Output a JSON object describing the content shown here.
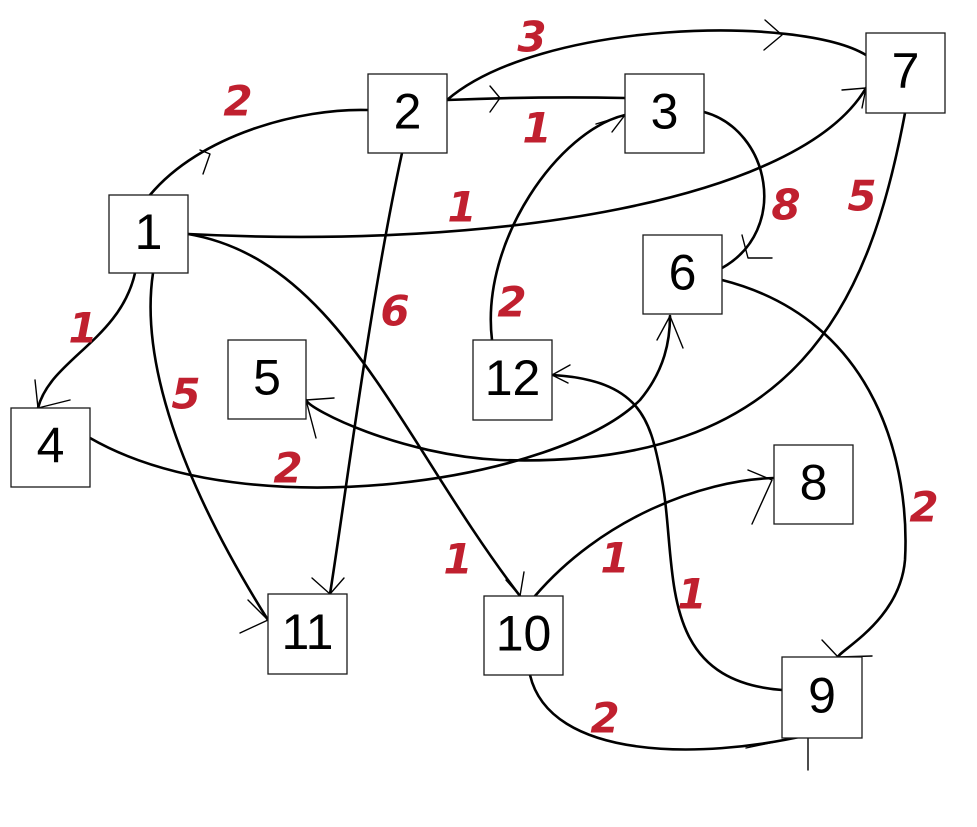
{
  "graph": {
    "weight_color": "#c0202f",
    "nodes": [
      {
        "id": "1",
        "label": "1"
      },
      {
        "id": "2",
        "label": "2"
      },
      {
        "id": "3",
        "label": "3"
      },
      {
        "id": "4",
        "label": "4"
      },
      {
        "id": "5",
        "label": "5"
      },
      {
        "id": "6",
        "label": "6"
      },
      {
        "id": "7",
        "label": "7"
      },
      {
        "id": "8",
        "label": "8"
      },
      {
        "id": "9",
        "label": "9"
      },
      {
        "id": "10",
        "label": "10"
      },
      {
        "id": "11",
        "label": "11"
      },
      {
        "id": "12",
        "label": "12"
      }
    ],
    "edges": [
      {
        "from": "1",
        "to": "2",
        "weight": "2"
      },
      {
        "from": "2",
        "to": "3",
        "weight": "1"
      },
      {
        "from": "2",
        "to": "7",
        "weight": "3"
      },
      {
        "from": "1",
        "to": "7",
        "weight": "1"
      },
      {
        "from": "2",
        "to": "11",
        "weight": "6"
      },
      {
        "from": "1",
        "to": "4",
        "weight": "1"
      },
      {
        "from": "1",
        "to": "11",
        "weight": "5"
      },
      {
        "from": "1",
        "to": "10",
        "weight": "1"
      },
      {
        "from": "12",
        "to": "3",
        "weight": "2"
      },
      {
        "from": "3",
        "to": "6",
        "weight": "8"
      },
      {
        "from": "7",
        "to": "5",
        "weight": "5"
      },
      {
        "from": "4",
        "to": "6",
        "weight": "2"
      },
      {
        "from": "6",
        "to": "9",
        "weight": "2"
      },
      {
        "from": "10",
        "to": "8",
        "weight": "1"
      },
      {
        "from": "9",
        "to": "12",
        "weight": "1"
      },
      {
        "from": "10",
        "to": "9",
        "weight": "2"
      }
    ]
  }
}
